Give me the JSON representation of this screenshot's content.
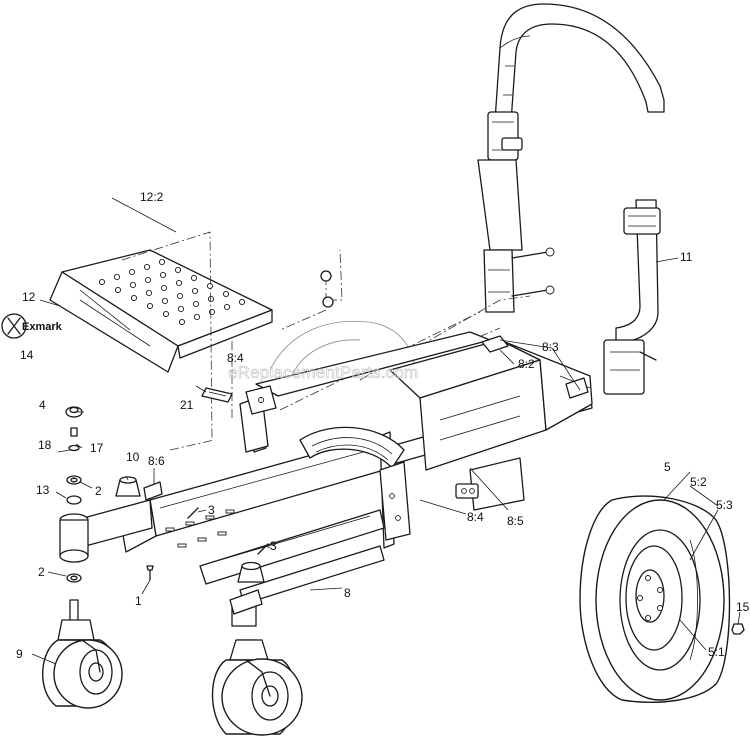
{
  "watermark": "eReplacementParts.com",
  "logo_text": "Exmark",
  "callouts": [
    {
      "id": "c-12-2",
      "label": "12:2"
    },
    {
      "id": "c-12",
      "label": "12"
    },
    {
      "id": "c-14",
      "label": "14"
    },
    {
      "id": "c-8-4a",
      "label": "8:4"
    },
    {
      "id": "c-21",
      "label": "21"
    },
    {
      "id": "c-4",
      "label": "4"
    },
    {
      "id": "c-17",
      "label": "17"
    },
    {
      "id": "c-18",
      "label": "18"
    },
    {
      "id": "c-2a",
      "label": "2"
    },
    {
      "id": "c-13",
      "label": "13"
    },
    {
      "id": "c-10",
      "label": "10"
    },
    {
      "id": "c-8-6",
      "label": "8:6"
    },
    {
      "id": "c-3a",
      "label": "3"
    },
    {
      "id": "c-3b",
      "label": "3"
    },
    {
      "id": "c-2b",
      "label": "2"
    },
    {
      "id": "c-1",
      "label": "1"
    },
    {
      "id": "c-9",
      "label": "9"
    },
    {
      "id": "c-8",
      "label": "8"
    },
    {
      "id": "c-8-4b",
      "label": "8:4"
    },
    {
      "id": "c-8-5",
      "label": "8:5"
    },
    {
      "id": "c-8-2",
      "label": "8:2"
    },
    {
      "id": "c-8-3",
      "label": "8:3"
    },
    {
      "id": "c-11",
      "label": "11"
    },
    {
      "id": "c-5",
      "label": "5"
    },
    {
      "id": "c-5-2",
      "label": "5:2"
    },
    {
      "id": "c-5-3",
      "label": "5:3"
    },
    {
      "id": "c-15",
      "label": "15"
    },
    {
      "id": "c-5-1",
      "label": "5:1"
    }
  ]
}
